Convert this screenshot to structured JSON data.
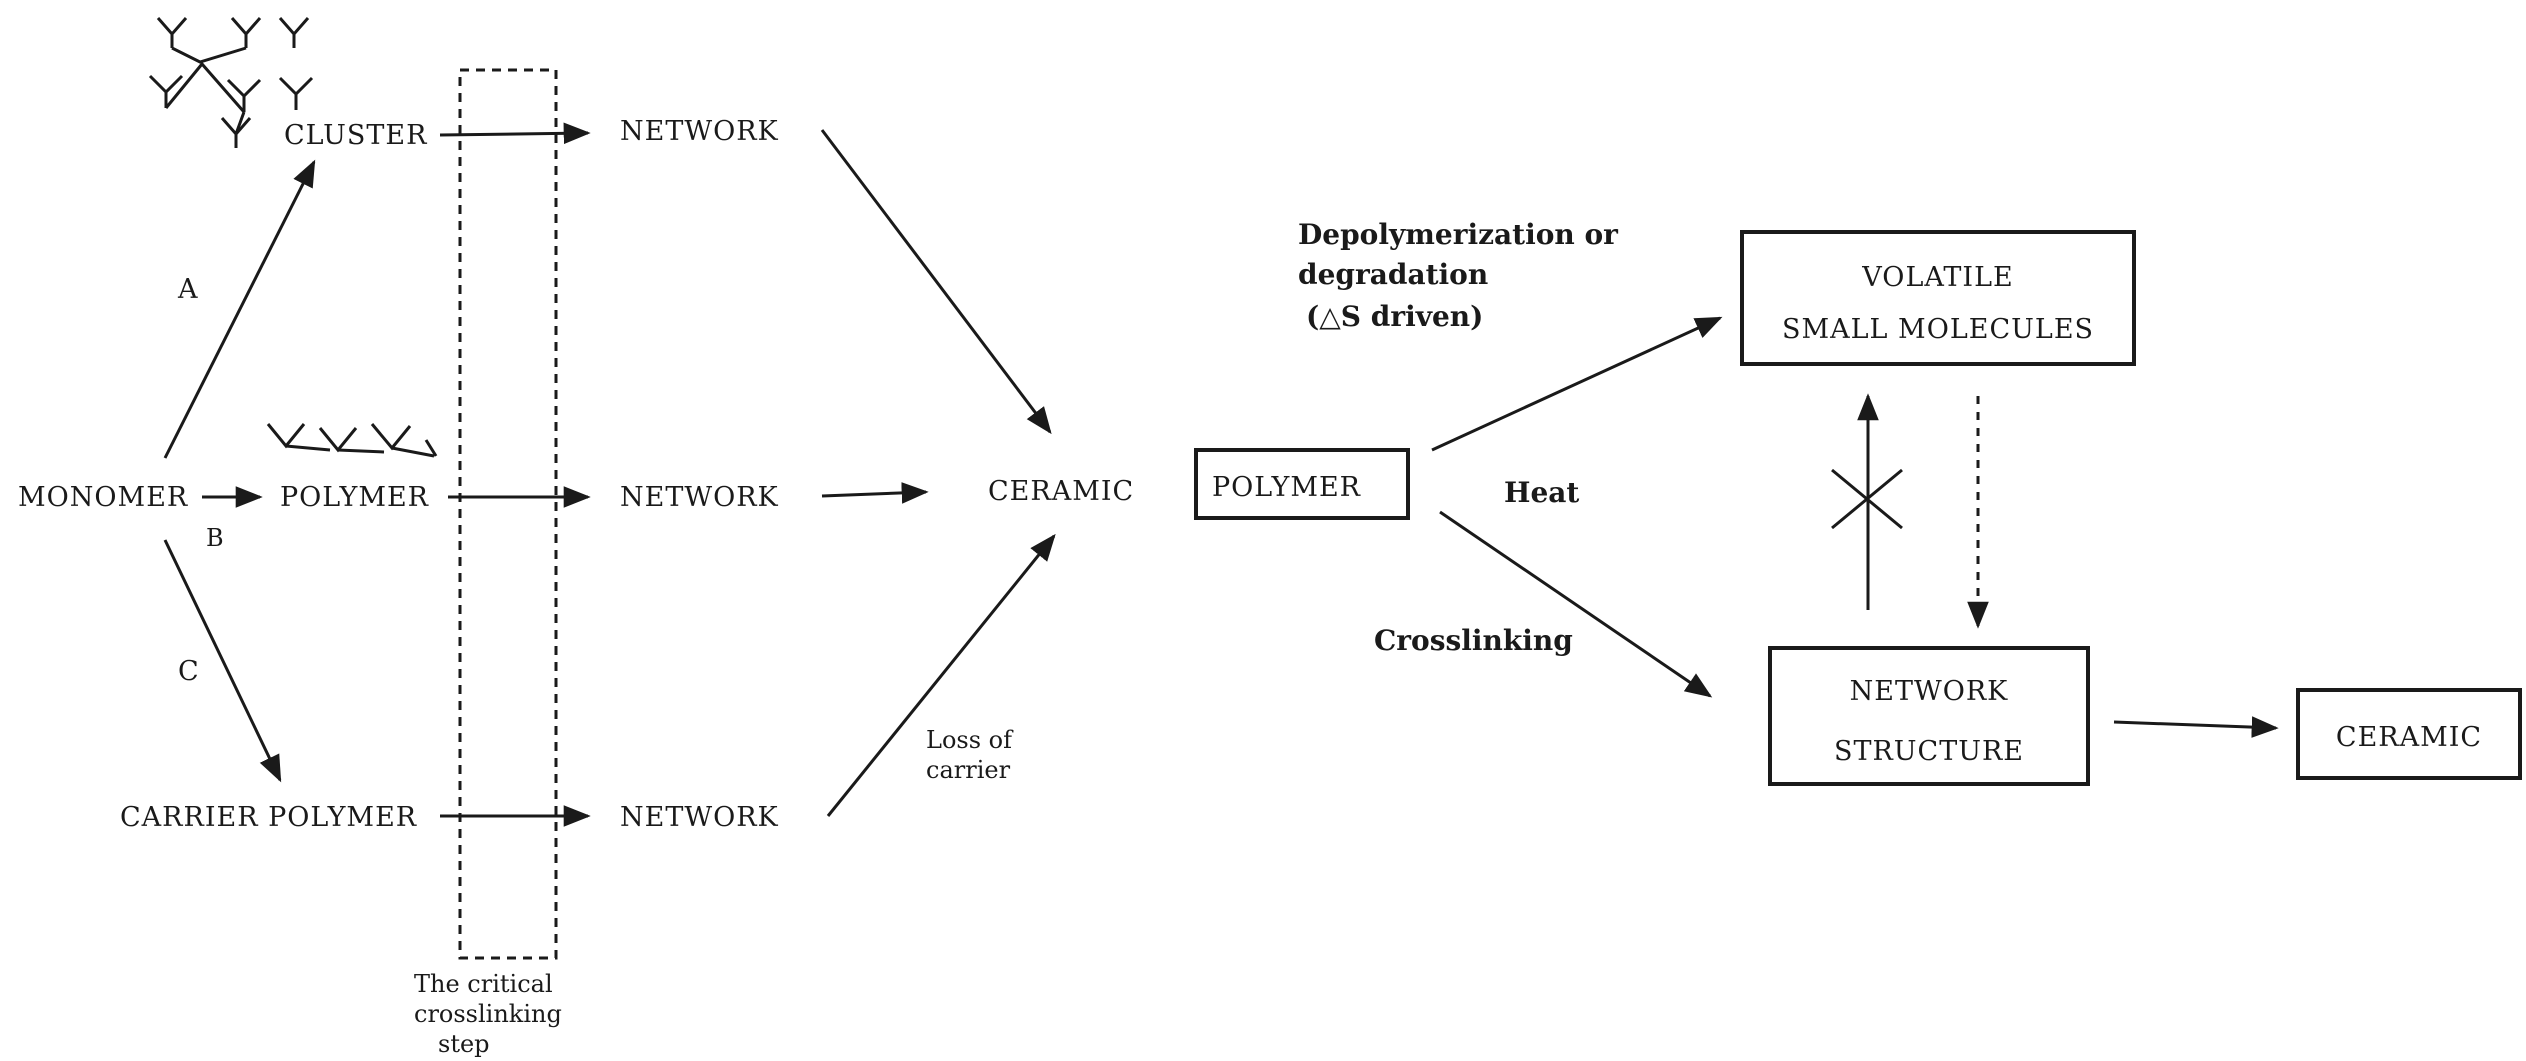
{
  "left_scheme": {
    "monomer": "MONOMER",
    "path_a": "A",
    "path_b": "B",
    "path_c": "C",
    "cluster": "CLUSTER",
    "polymer": "POLYMER",
    "carrier_polymer": "CARRIER POLYMER",
    "network_top": "NETWORK",
    "network_mid": "NETWORK",
    "network_bottom": "NETWORK",
    "ceramic": "CERAMIC",
    "loss_of_carrier": [
      "Loss of",
      "carrier"
    ],
    "critical_step": [
      "The critical",
      "crosslinking",
      "step"
    ]
  },
  "right_scheme": {
    "polymer_box": "POLYMER",
    "depolymerization": [
      "Depolymerization or",
      "degradation",
      "(△S driven)"
    ],
    "heat": "Heat",
    "crosslinking": "Crosslinking",
    "volatile_box": [
      "VOLATILE",
      "SMALL MOLECULES"
    ],
    "network_box": [
      "NETWORK",
      "STRUCTURE"
    ],
    "ceramic_box": "CERAMIC"
  }
}
